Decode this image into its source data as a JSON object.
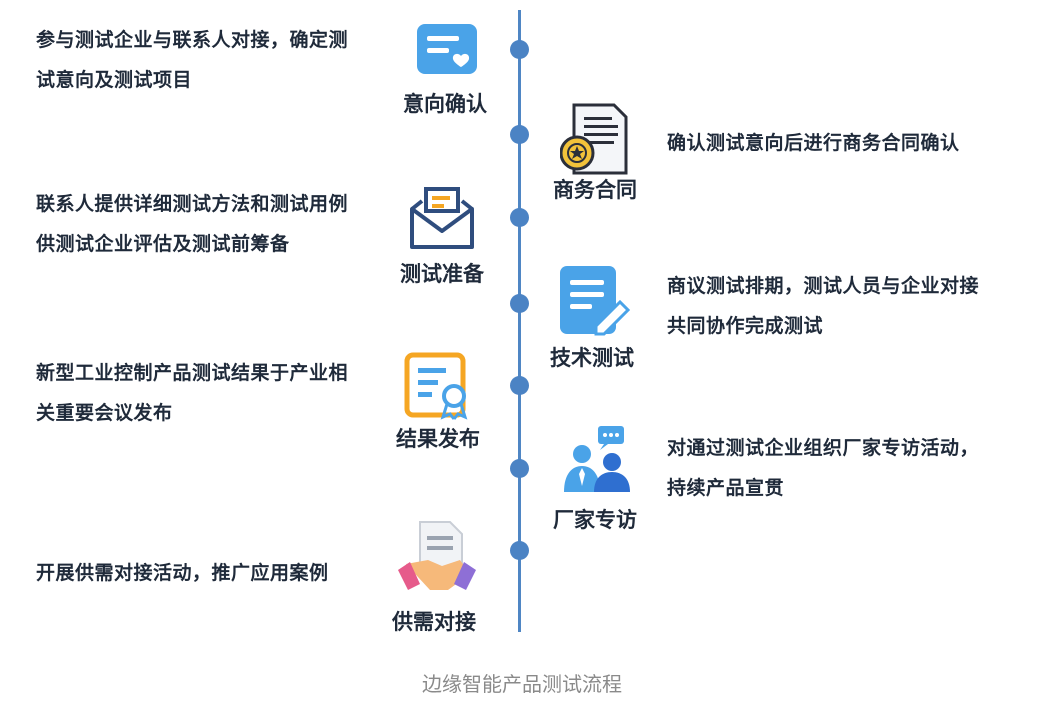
{
  "steps": [
    {
      "label": "意向确认",
      "lines": [
        "参与测试企业与联系人对接，确定测",
        "试意向及测试项目"
      ]
    },
    {
      "label": "商务合同",
      "lines": [
        "确认测试意向后进行商务合同确认"
      ]
    },
    {
      "label": "测试准备",
      "lines": [
        "联系人提供详细测试方法和测试用例",
        "供测试企业评估及测试前筹备"
      ]
    },
    {
      "label": "技术测试",
      "lines": [
        "商议测试排期，测试人员与企业对接",
        "共同协作完成测试"
      ]
    },
    {
      "label": "结果发布",
      "lines": [
        "新型工业控制产品测试结果于产业相",
        "关重要会议发布"
      ]
    },
    {
      "label": "厂家专访",
      "lines": [
        "对通过测试企业组织厂家专访活动，",
        "持续产品宣贯"
      ]
    },
    {
      "label": "供需对接",
      "lines": [
        "开展供需对接活动，推广应用案例"
      ]
    }
  ],
  "caption": "边缘智能产品测试流程",
  "colors": {
    "timeline": "#4f86c4",
    "icon_blue": "#4aa3e8",
    "icon_navy": "#2f4d7e",
    "icon_orange": "#f5a623"
  }
}
